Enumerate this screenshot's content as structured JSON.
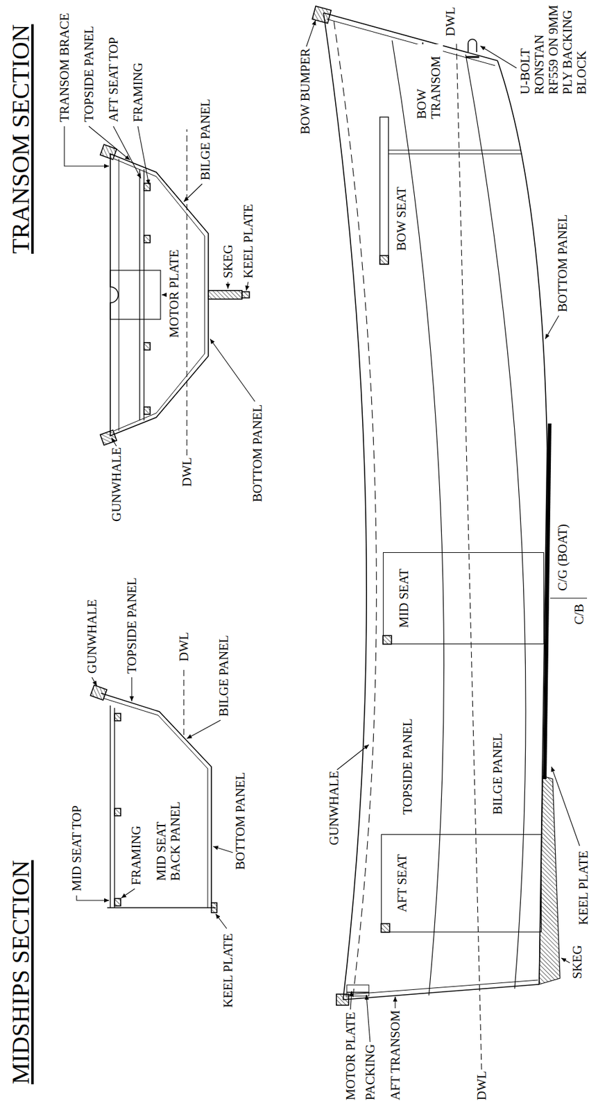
{
  "diagram": {
    "nodes": [
      {
        "text": [
          "MID SEAT"
        ]
      },
      {
        "text": [
          "AFT SEAT"
        ]
      }
    ],
    "labels": [
      "TRANSOM SECTION",
      "TRANSOM BRACE",
      "TOPSIDE PANEL",
      "AFT SEAT TOP",
      "FRAMING",
      "BILGE PANEL",
      "SKEG",
      "KEEL PLATE",
      "MOTOR PLATE",
      "GUNWHALE",
      "DWL",
      "BOTTOM PANEL",
      "MIDSHIPS SECTION",
      "GUNWHALE",
      "TOPSIDE PANEL",
      "DWL",
      "BILGE PANEL",
      "MID SEAT TOP",
      "FRAMING",
      "MID SEAT BACK PANEL",
      "BOTTOM PANEL",
      "KEEL PLATE",
      "BOW BUMPER",
      "BOW TRANSOM",
      "DWL",
      "U-BOLT RONSTAN RF559 ON 9MM PLY BACKING BLOCK",
      "BOW SEAT",
      "BOTTOM PANEL",
      "GUNWHALE",
      "TOPSIDE PANEL",
      "BILGE PANEL",
      "C/G (BOAT)",
      "C/B",
      "MOTOR PLATE",
      "PACKING",
      "AFT TRANSOM",
      "DWL",
      "SKEG",
      "KEEL PLATE"
    ]
  }
}
